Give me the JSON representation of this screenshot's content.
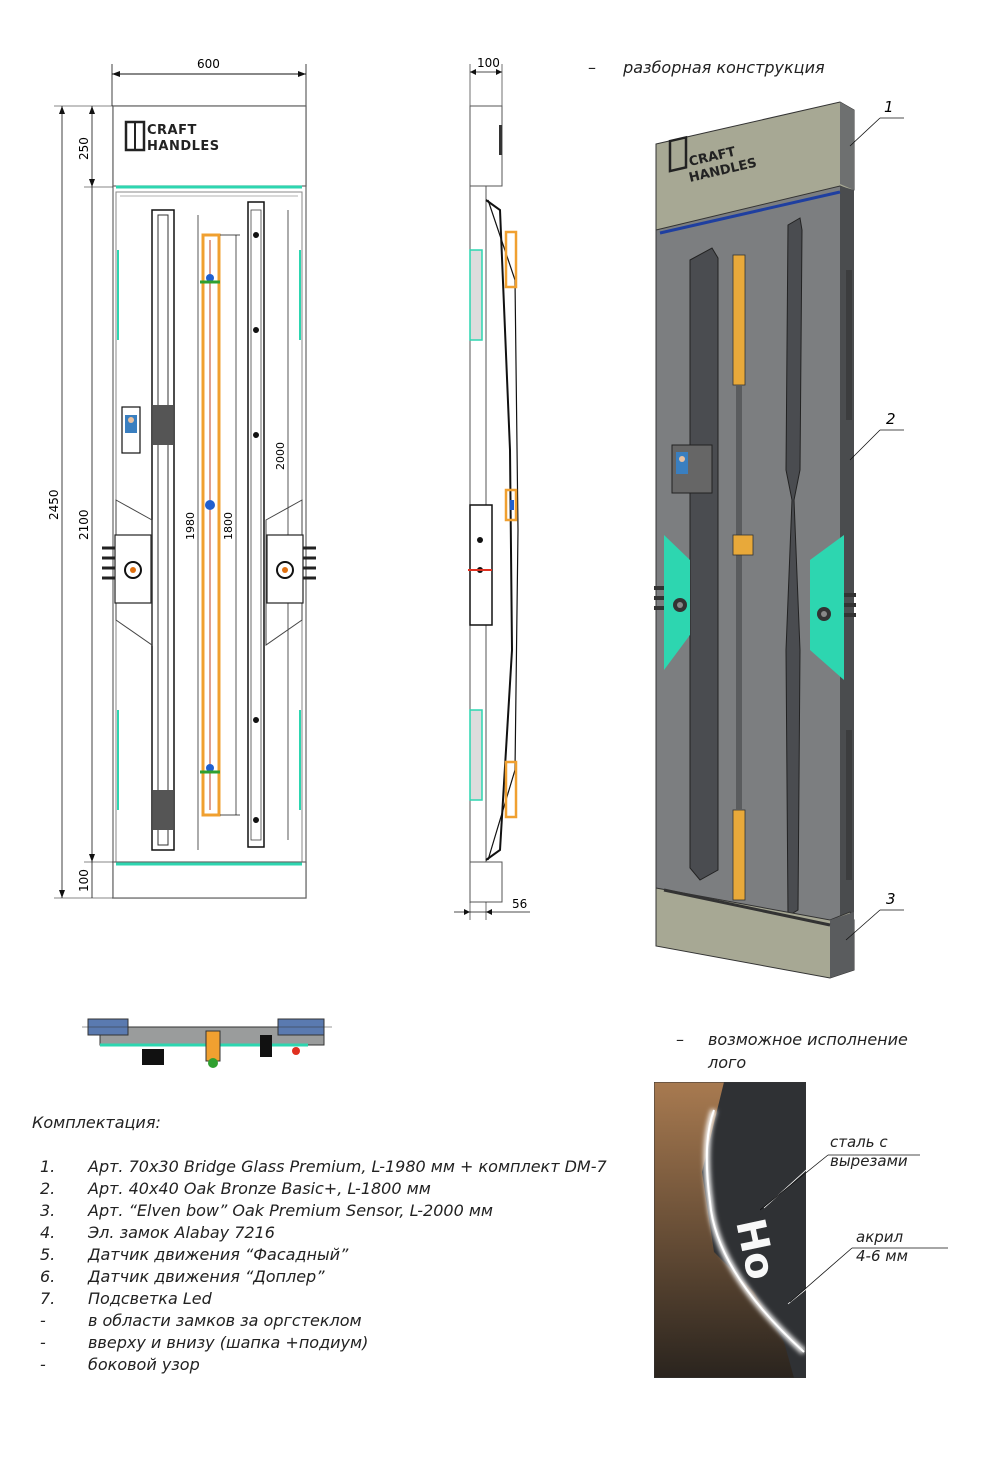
{
  "front_view": {
    "dim_width": "600",
    "dim_top": "250",
    "dim_total": "2450",
    "dim_inner": "2100",
    "dim_bottom": "100",
    "dim_h1": "1980",
    "dim_h2": "1800",
    "dim_h3": "2000",
    "logo_line1": "CRAFT",
    "logo_line2": "HANDLES"
  },
  "side_view": {
    "dim_top": "100",
    "dim_bottom": "56"
  },
  "iso_view": {
    "note": "разборная конструкция",
    "logo_line1": "CRAFT",
    "logo_line2": "HANDLES",
    "callouts": [
      "1",
      "2",
      "3"
    ]
  },
  "logo_option": {
    "note_line1": "возможное исполнение",
    "note_line2": "лого",
    "label_steel_line1": "сталь с",
    "label_steel_line2": "вырезами",
    "label_acryl_line1": "акрил",
    "label_acryl_line2": "4-6 мм"
  },
  "kit": {
    "title": "Комплектация:",
    "items": [
      {
        "num": "1.",
        "text": "Арт. 70x30 Bridge Glass Premium, L-1980 мм + комплект DM-7"
      },
      {
        "num": "2.",
        "text": "Арт. 40x40 Oak Bronze Basic+, L-1800 мм"
      },
      {
        "num": "3.",
        "text": "Арт. “Elven bow” Oak Premium Sensor, L-2000 мм"
      },
      {
        "num": "4.",
        "text": "Эл. замок Alabay 7216"
      },
      {
        "num": "5.",
        "text": "Датчик движения “Фасадный”"
      },
      {
        "num": "6.",
        "text": "Датчик движения “Доплер”"
      },
      {
        "num": "7.",
        "text": "Подсветка Led"
      },
      {
        "num": "-",
        "text": "в области замков за оргстеклом"
      },
      {
        "num": "-",
        "text": "вверху и внизу (шапка +подиум)"
      },
      {
        "num": "-",
        "text": "боковой узор"
      }
    ]
  },
  "colors": {
    "panel_gray": "#7c7e80",
    "header_olive": "#a7a894",
    "accent_cyan": "#2dd6b0",
    "handle_orange": "#f0a030",
    "line_black": "#111111"
  }
}
